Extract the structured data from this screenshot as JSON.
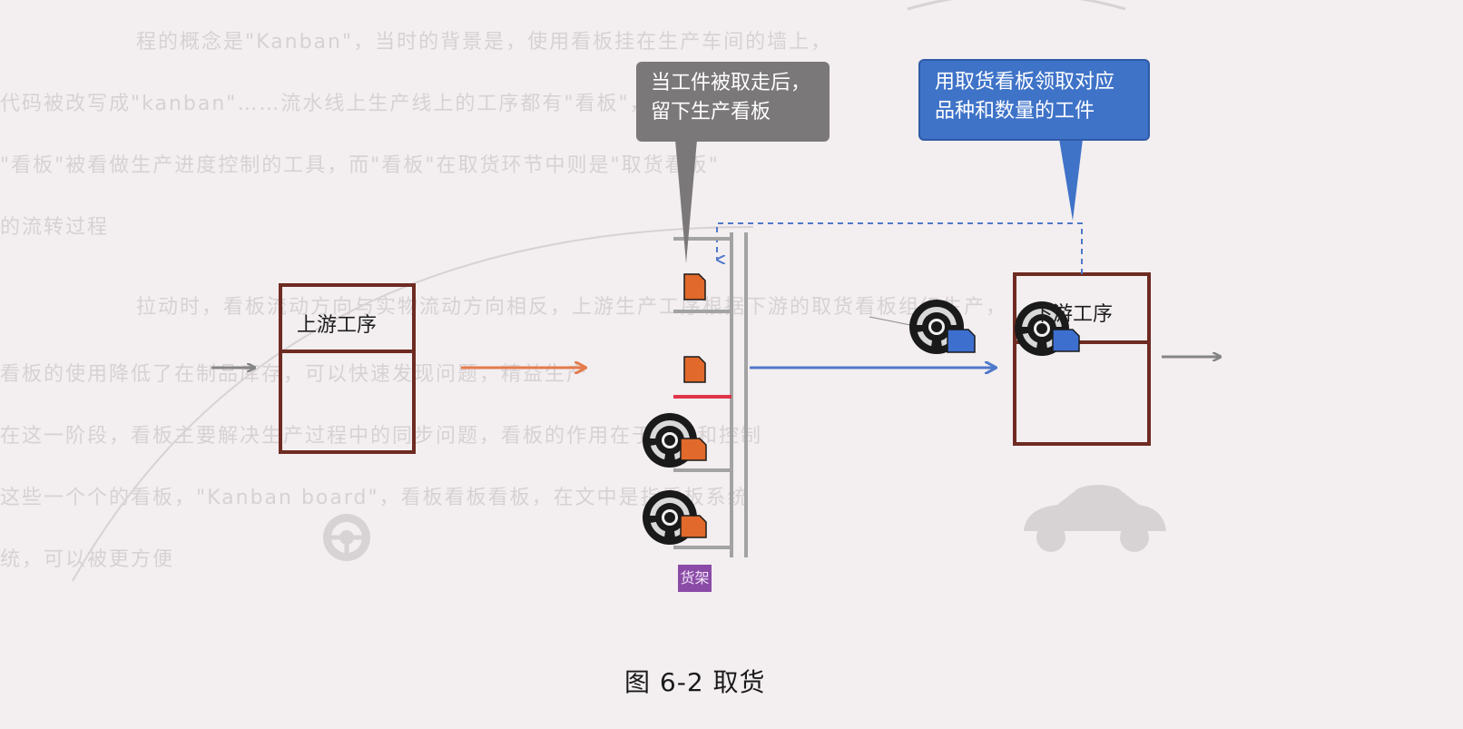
{
  "background_text": [
    "程的概念是\"Kanban\"，当时的背景是，使用看板挂在生产车间的墙上，",
    "代码被改写成\"kanban\"……流水线上生产线上的工序都有\"看板\"，也有自己的看板",
    "\"看板\"被看做生产进度控制的工具，而\"看板\"在取货环节中则是\"取货看板\"",
    "的流转过程",
    "拉动时，看板流动方向与实物流动方向相反，上游生产工序根据下游的取货看板组织生产，",
    "看板的使用降低了在制品库存，可以快速发现问题，精益生产",
    "在这一阶段，看板主要解决生产过程中的同步问题，看板的作用在于平衡和控制",
    "这些一个个的看板，\"Kanban board\"，看板看板看板，在文中是指看板系统",
    "统，可以被更方便"
  ],
  "colors": {
    "process_border": "#6e2b22",
    "callout_gray": "#7b7879",
    "callout_blue": "#3f73c8",
    "arrow_orange": "#e47b4c",
    "arrow_blue": "#4f79c9",
    "arrow_gray": "#858585",
    "card_orange": "#e0692b",
    "card_blue": "#3d6fcf",
    "rack_gray": "#a3a3a3",
    "rack_red": "#e0344a",
    "shelf_tag": "#8a4ba6"
  },
  "upstream": {
    "label": "上游工序"
  },
  "downstream": {
    "label": "下游工序"
  },
  "callout_production": {
    "text": "当工件被取走后，\n留下生产看板"
  },
  "callout_withdrawal": {
    "text": "用取货看板领取对应\n品种和数量的工件"
  },
  "shelf": {
    "label": "货架"
  },
  "caption": {
    "text": "图 6-2   取货"
  },
  "icons": {
    "workpiece": "steering-wheel-icon",
    "production_card": "orange-kanban-card-icon",
    "withdrawal_card": "blue-kanban-card-icon",
    "car": "car-icon"
  }
}
